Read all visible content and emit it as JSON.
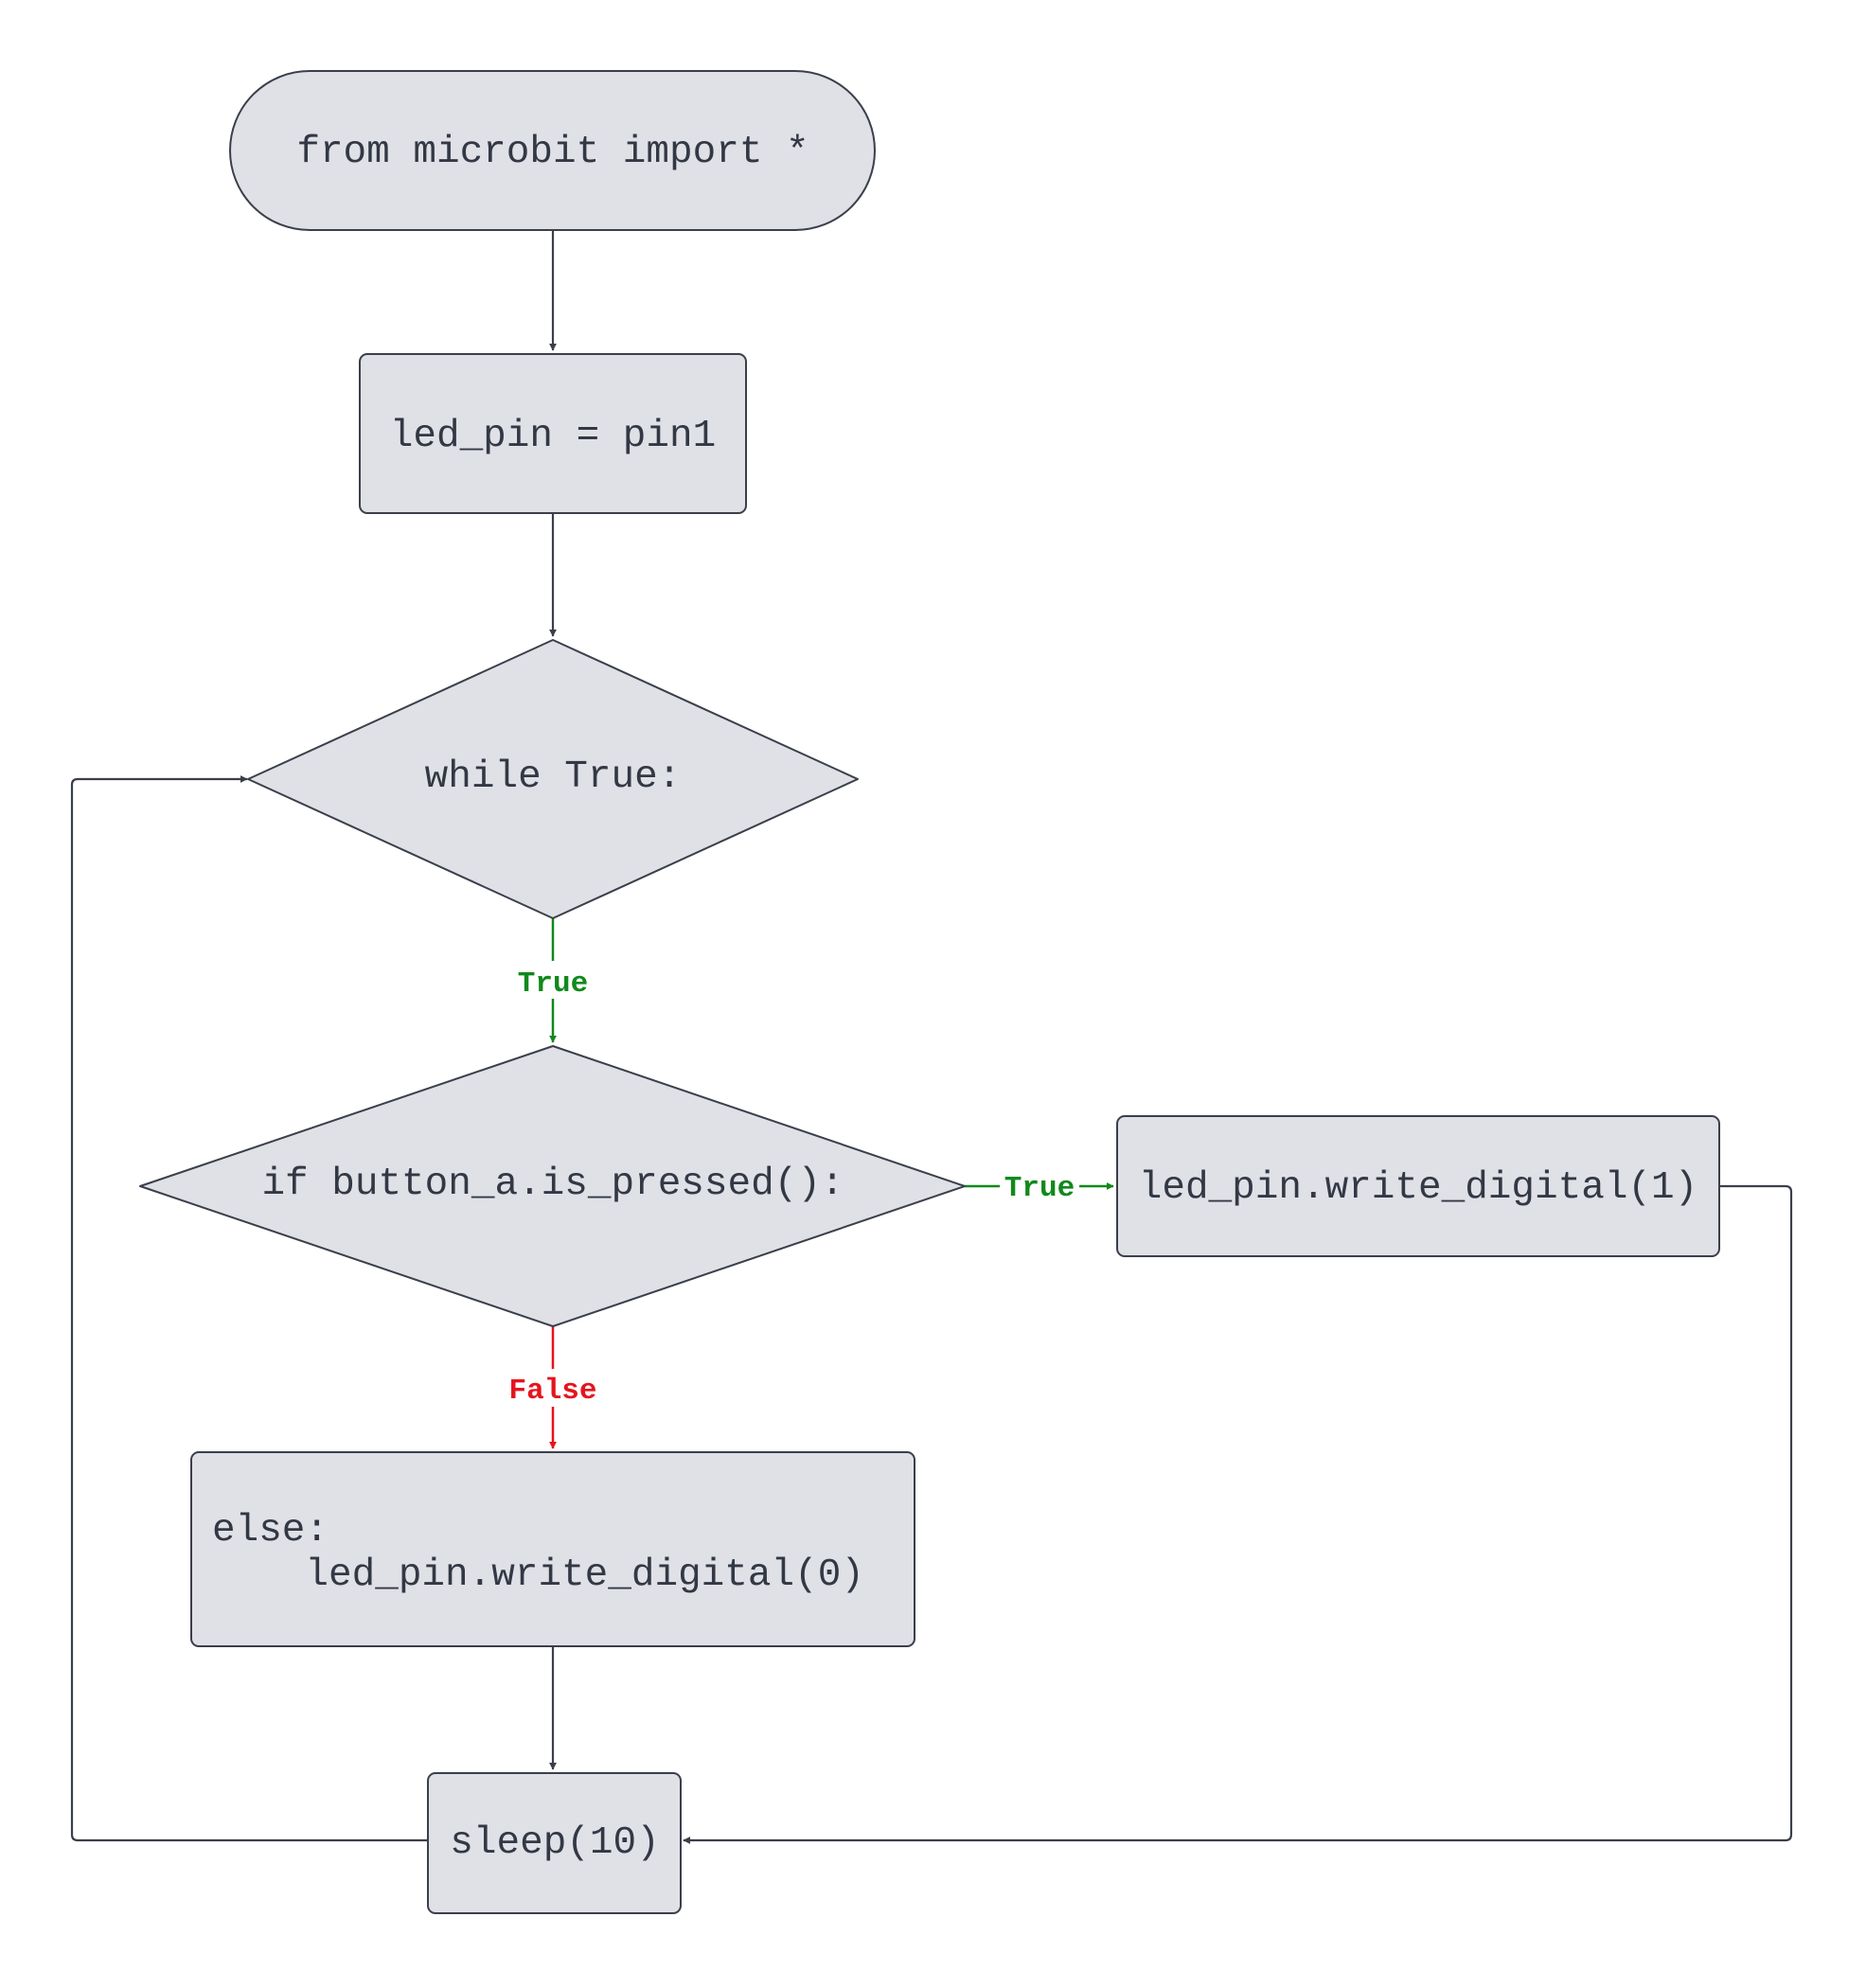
{
  "nodes": {
    "start": {
      "text": "from microbit import *"
    },
    "assign": {
      "text": "led_pin = pin1"
    },
    "while_loop": {
      "text": "while True:"
    },
    "if_check": {
      "text": "if button_a.is_pressed():"
    },
    "write_high": {
      "text": "led_pin.write_digital(1)"
    },
    "else_block": {
      "line1": "else:",
      "line2": "    led_pin.write_digital(0)"
    },
    "sleep": {
      "text": "sleep(10)"
    }
  },
  "edges": {
    "while_true_label": "True",
    "if_true_label": "True",
    "if_false_label": "False"
  },
  "colors": {
    "node_fill": "#dfe1e6",
    "node_stroke": "#3b3f4a",
    "true_edge": "#11891b",
    "false_edge": "#e5141d"
  }
}
